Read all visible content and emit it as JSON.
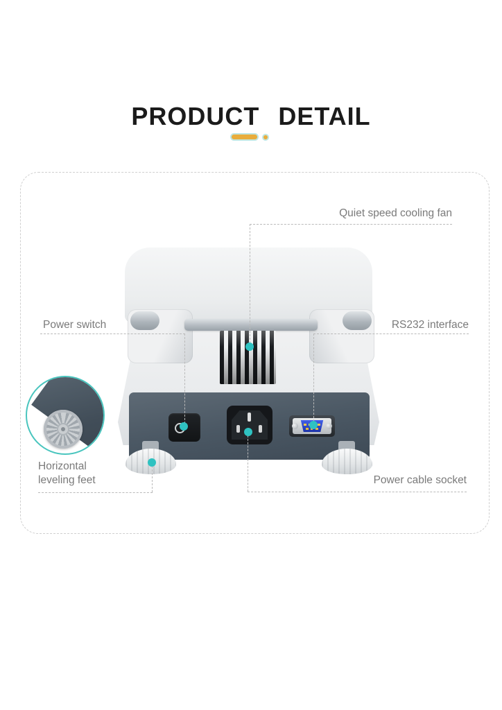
{
  "title": "PRODUCT DETAIL",
  "theme": {
    "accent_teal": "#2FC2C1",
    "underline_gold": "#E9AD3C",
    "underline_outline": "#BFE6E2",
    "label_gray": "#7A7A7A",
    "callout_line_gray": "#B9B9B9",
    "panel_slate": "#4B5864",
    "title_black": "#1B1B1B"
  },
  "callouts": [
    {
      "label": "Quiet speed cooling fan",
      "marks": "cooling-vent"
    },
    {
      "label": "Power switch",
      "marks": "power-switch"
    },
    {
      "label": "RS232 interface",
      "marks": "rs232-port"
    },
    {
      "label": "Horizontal leveling feet",
      "marks": "left-leveling-foot"
    },
    {
      "label": "Power cable socket",
      "marks": "power-inlet"
    }
  ],
  "magnifier": {
    "shows": "leveling-foot-close-up"
  }
}
